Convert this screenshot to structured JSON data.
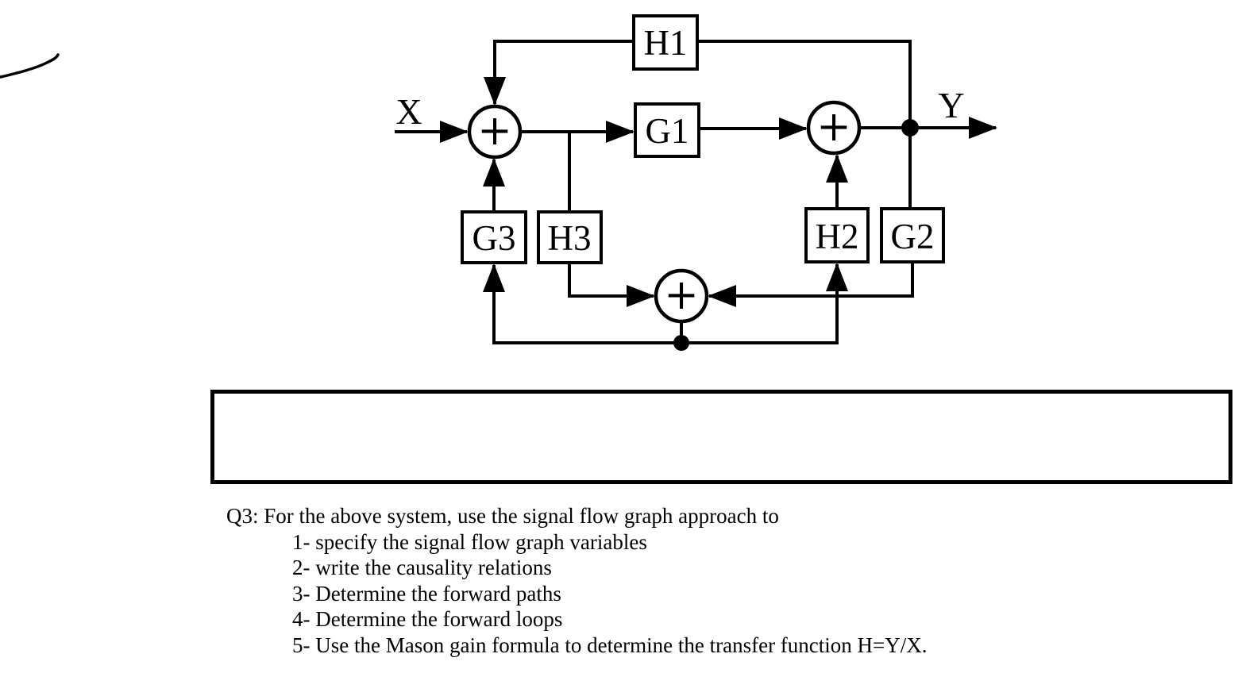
{
  "diagram": {
    "input_label": "X",
    "output_label": "Y",
    "sum_symbol": "+",
    "blocks": {
      "h1": "H1",
      "g1": "G1",
      "g3": "G3",
      "h3": "H3",
      "h2": "H2",
      "g2": "G2"
    }
  },
  "question": {
    "title": "Q3: For the above system, use the signal flow graph approach to",
    "items": [
      "1- specify the signal flow graph variables",
      "2- write the causality relations",
      "3- Determine the forward paths",
      "4- Determine the forward loops",
      "5- Use the Mason gain formula to determine the transfer function H=Y/X."
    ]
  },
  "colors": {
    "ink": "#000000",
    "background": "#ffffff"
  }
}
